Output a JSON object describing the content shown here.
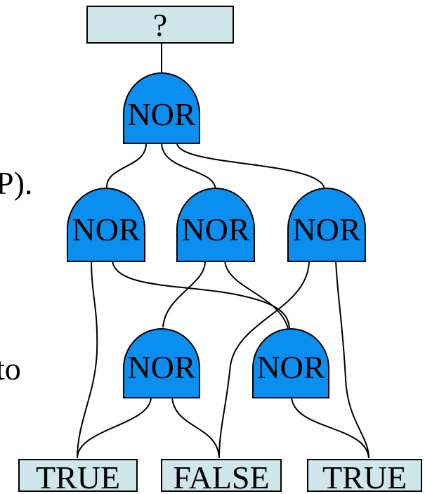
{
  "output_label": "?",
  "gate_label": "NOR",
  "inputs": [
    "TRUE",
    "FALSE",
    "TRUE"
  ],
  "left_fragments": [
    "P).",
    "to"
  ],
  "colors": {
    "gate_fill": "#0a8ff0",
    "box_fill": "#cfe6ea",
    "wire": "#000000"
  }
}
